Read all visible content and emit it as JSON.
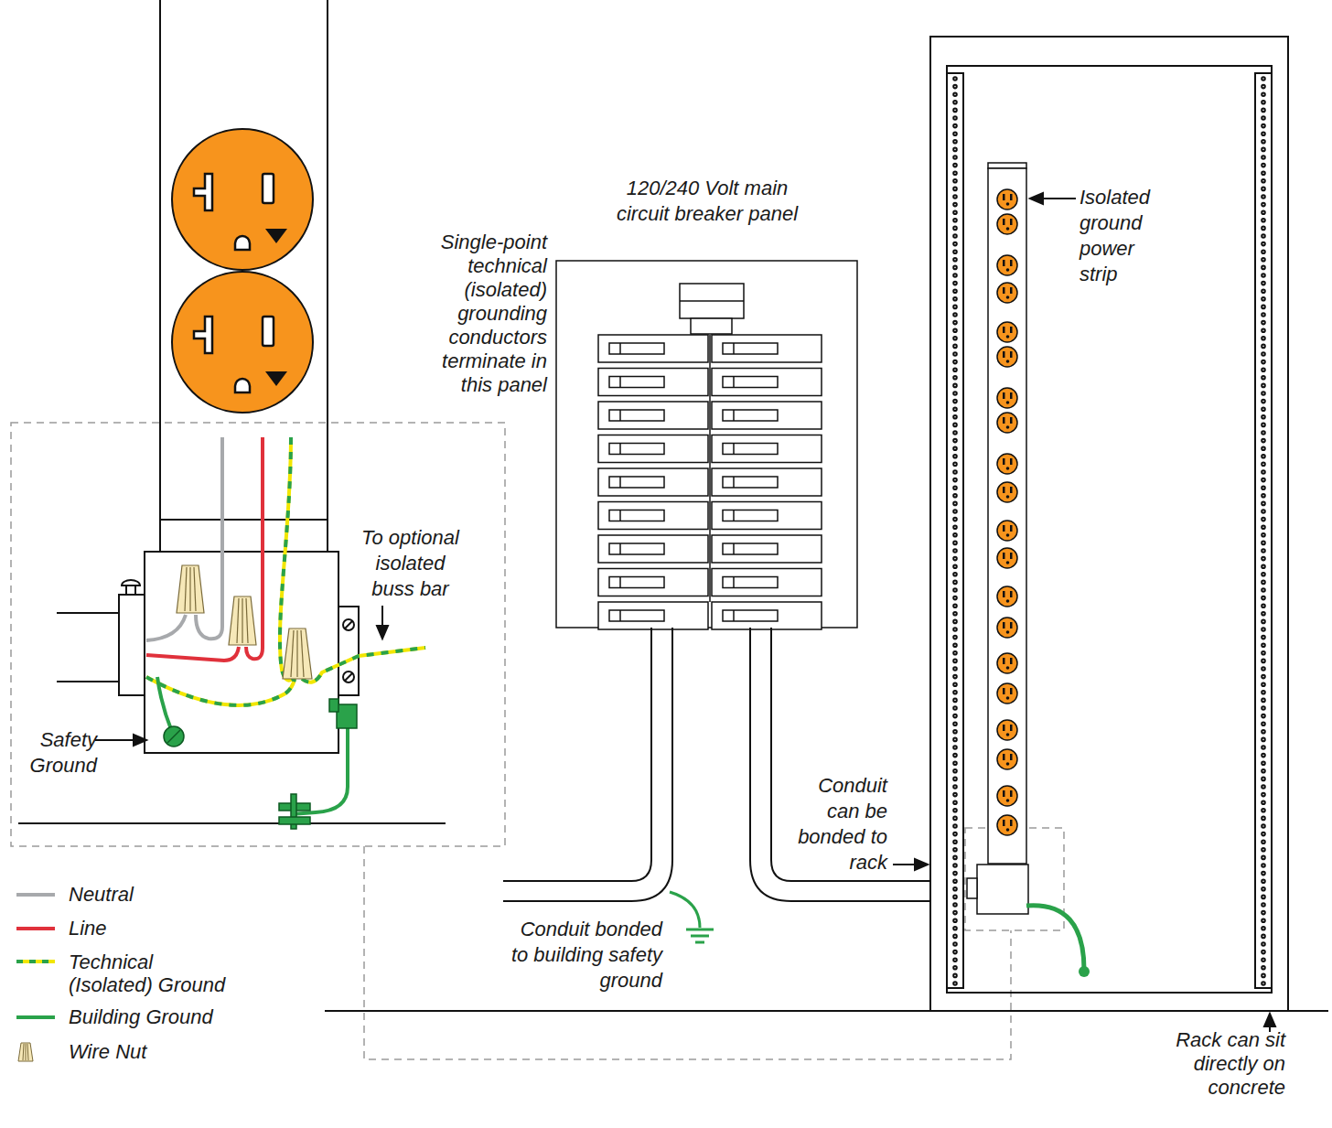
{
  "diagram": {
    "labels": [
      "120/240 Volt main circuit breaker panel",
      "Single-point technical (isolated) grounding conductors terminate in this panel",
      "Isolated ground power strip",
      "To optional isolated buss bar",
      "Safety Ground",
      "Conduit can be bonded to rack",
      "Conduit bonded to building safety ground",
      "Rack can sit directly on concrete"
    ],
    "legend": [
      {
        "text": "Neutral"
      },
      {
        "text": "Line"
      },
      {
        "text": "Technical (Isolated) Ground"
      },
      {
        "text": "Building Ground"
      },
      {
        "text": "Wire Nut"
      }
    ]
  }
}
